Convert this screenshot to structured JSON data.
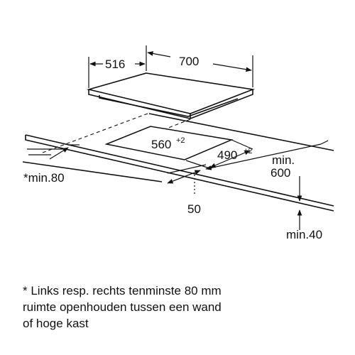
{
  "dimensions": {
    "depth": "516",
    "width": "700",
    "cutout_width": "560",
    "cutout_width_tol": "+2",
    "cutout_depth": "490",
    "cutout_depth_tol": "+2",
    "min_front": "min.",
    "min_front_value": "600",
    "side_min": "*min.80",
    "wall_distance": "50",
    "min_thickness": "min.40"
  },
  "footnote": {
    "line1": "* Links resp. rechts tenminste 80 mm",
    "line2": "ruimte openhouden tussen een wand",
    "line3": "of hoge kast"
  }
}
